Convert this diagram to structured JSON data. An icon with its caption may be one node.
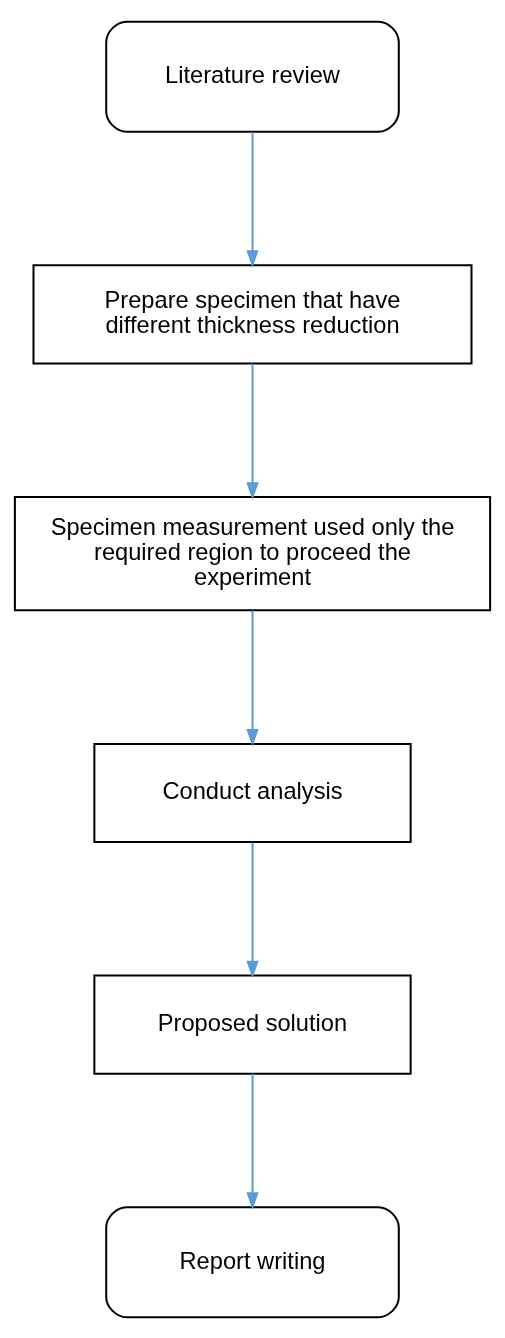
{
  "diagram": {
    "nodes": [
      {
        "text": [
          "Literature review"
        ]
      },
      {
        "text": [
          "Prepare specimen that have different thickness reduction"
        ]
      },
      {
        "text": [
          "Specimen measurement used only the required region to proceed the experiment"
        ]
      },
      {
        "text": [
          "Conduct analysis"
        ]
      },
      {
        "text": [
          "Proposed solution"
        ]
      },
      {
        "text": [
          "Report writing"
        ]
      }
    ],
    "edges": [
      {
        "from": 0,
        "to": 1,
        "arrow": "to"
      },
      {
        "from": 1,
        "to": 2,
        "arrow": "to"
      },
      {
        "from": 2,
        "to": 3,
        "arrow": "to"
      },
      {
        "from": 3,
        "to": 4,
        "arrow": "to"
      },
      {
        "from": 4,
        "to": 5,
        "arrow": "to"
      }
    ]
  }
}
